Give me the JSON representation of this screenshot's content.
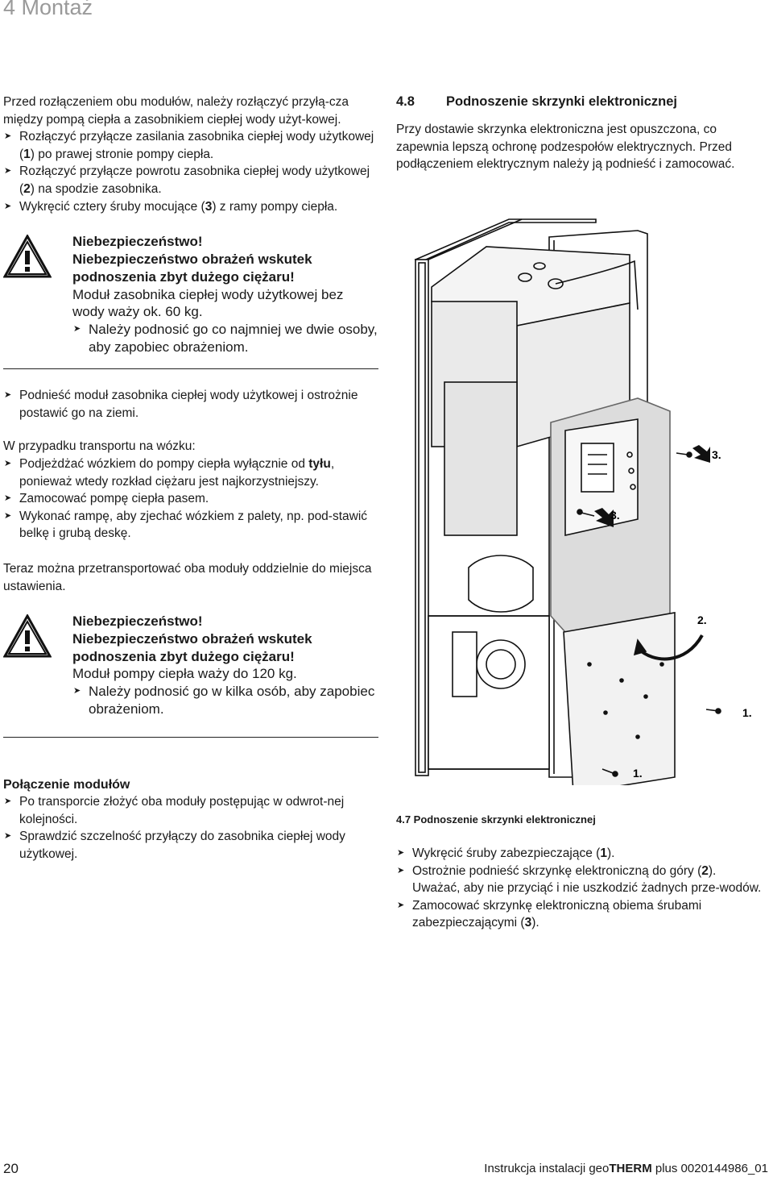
{
  "header": {
    "chapter": "4 Montaż"
  },
  "left": {
    "intro": "Przed rozłączeniem obu modułów, należy rozłączyć przyłą-cza między pompą ciepła a zasobnikiem ciepłej wody użyt-kowej.",
    "steps1": [
      {
        "a": "Rozłączyć przyłącze zasilania zasobnika ciepłej wody użytkowej (",
        "n": "1",
        "b": ") po prawej stronie pompy ciepła."
      },
      {
        "a": "Rozłączyć przyłącze powrotu zasobnika ciepłej wody użytkowej (",
        "n": "2",
        "b": ") na spodzie zasobnika."
      },
      {
        "a": "Wykręcić cztery śruby mocujące (",
        "n": "3",
        "b": ") z ramy pompy ciepła."
      }
    ],
    "warning1": {
      "title": "Niebezpieczeństwo!",
      "subtitle": "Niebezpieczeństwo obrażeń wskutek podnoszenia zbyt dużego ciężaru!",
      "body": "Moduł zasobnika ciepłej wody użytkowej bez wody waży ok. 60 kg.",
      "action": "Należy podnosić go co najmniej we dwie osoby, aby zapobiec obrażeniom."
    },
    "step_lift": "Podnieść moduł zasobnika ciepłej wody użytkowej i ostrożnie postawić go na ziemi.",
    "transport_intro": "W przypadku transportu na wózku:",
    "transport_steps": [
      {
        "a": "Podjeżdżać wózkiem do pompy ciepła wyłącznie od ",
        "bold": "tyłu",
        "b": ", ponieważ wtedy rozkład ciężaru jest najkorzystniejszy."
      },
      {
        "a": "Zamocować pompę ciepła pasem.",
        "bold": "",
        "b": ""
      },
      {
        "a": "Wykonać rampę, aby zjechać wózkiem z palety, np. pod-stawić belkę i grubą deskę.",
        "bold": "",
        "b": ""
      }
    ],
    "transport_note": "Teraz można przetransportować oba moduły oddzielnie do miejsca ustawienia.",
    "warning2": {
      "title": "Niebezpieczeństwo!",
      "subtitle": "Niebezpieczeństwo obrażeń wskutek podnoszenia zbyt dużego ciężaru!",
      "body": "Moduł pompy ciepła waży do 120 kg.",
      "action": "Należy podnosić go w kilka osób, aby zapobiec obrażeniom."
    },
    "connect_title": "Połączenie modułów",
    "connect_steps": [
      "Po transporcie złożyć oba moduły postępując w odwrot-nej kolejności.",
      "Sprawdzić szczelność przyłączy do zasobnika ciepłej wody użytkowej."
    ]
  },
  "right": {
    "section_number": "4.8",
    "section_title": "Podnoszenie skrzynki elektronicznej",
    "intro": "Przy dostawie skrzynka elektroniczna jest opuszczona, co zapewnia lepszą ochronę podzespołów elektrycznych. Przed podłączeniem elektrycznym należy ją podnieść i zamocować.",
    "figure_labels": {
      "l3a": "3.",
      "l3b": "3.",
      "l2": "2.",
      "l1a": "1.",
      "l1b": "1."
    },
    "caption": "4.7 Podnoszenie skrzynki elektronicznej",
    "steps": [
      {
        "a": "Wykręcić śruby zabezpieczające (",
        "n": "1",
        "b": ")."
      },
      {
        "a": "Ostrożnie podnieść skrzynkę elektroniczną do góry (",
        "n": "2",
        "b": "). Uważać, aby nie przyciąć i nie uszkodzić żadnych prze-wodów."
      },
      {
        "a": "Zamocować skrzynkę elektroniczną obiema śrubami zabezpieczającymi (",
        "n": "3",
        "b": ")."
      }
    ]
  },
  "footer": {
    "page_number": "20",
    "doc_prefix": "Instrukcja instalacji geo",
    "doc_brand": "THERM",
    "doc_suffix": " plus 0020144986_01"
  }
}
